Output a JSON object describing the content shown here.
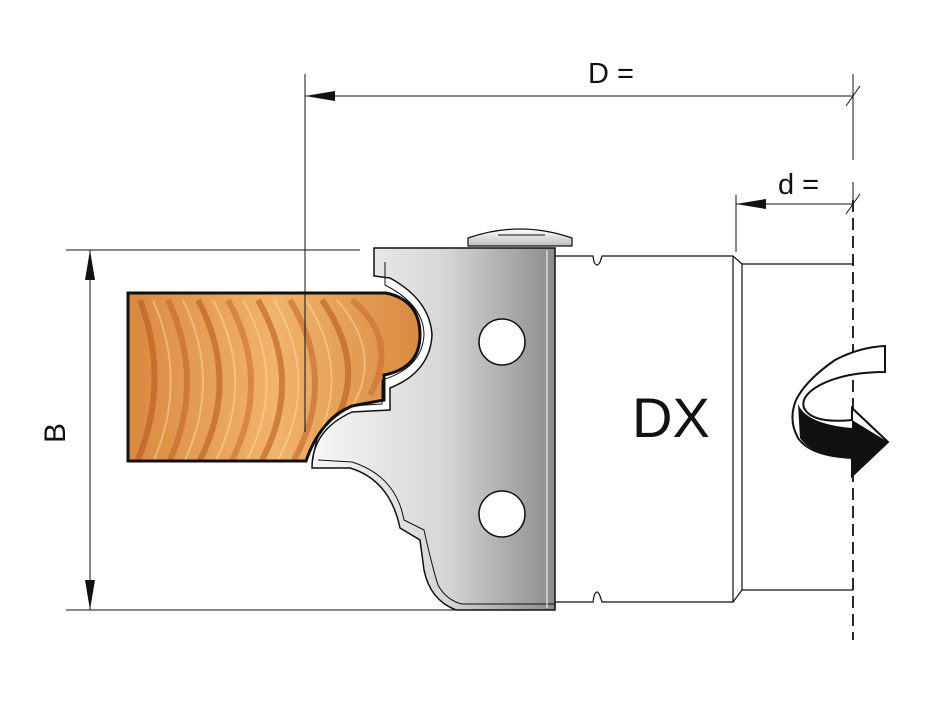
{
  "labels": {
    "D": "D =",
    "d": "d =",
    "DX": "DX",
    "B": "B"
  },
  "colors": {
    "wood_light": "#f2b56a",
    "wood_dark": "#c8692a",
    "steel_light": "#f4f4f4",
    "steel_dark": "#8f8f8f",
    "line": "#111111"
  },
  "icons": {
    "rotation": "rotation-arrow-icon",
    "screw": "screw-icon"
  }
}
